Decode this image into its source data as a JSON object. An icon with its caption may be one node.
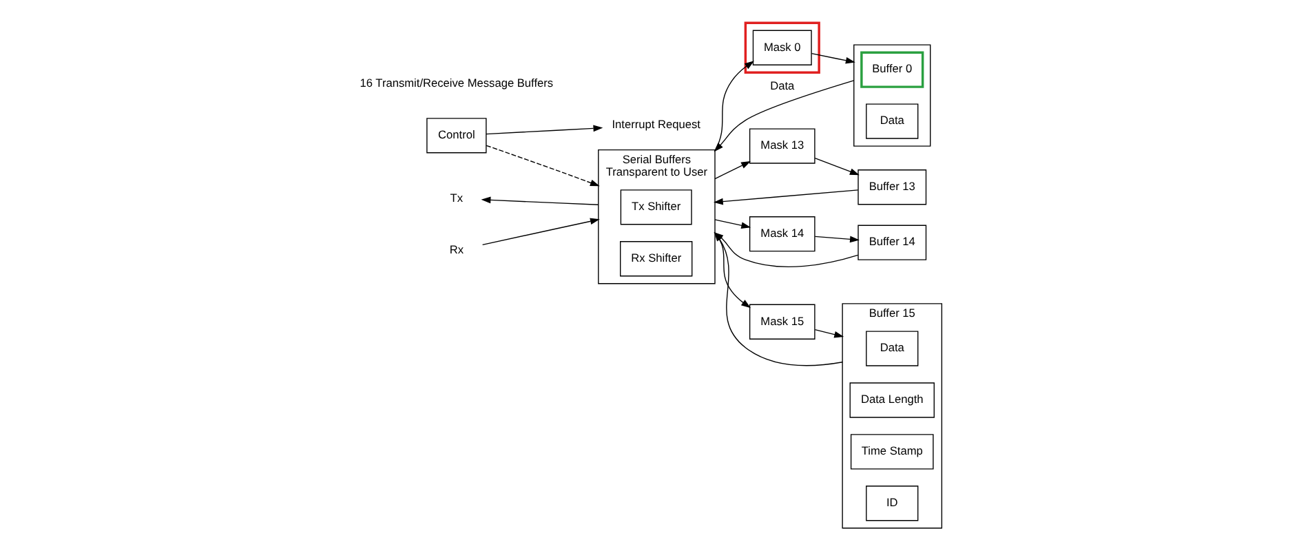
{
  "diagram": {
    "nodes": [
      {
        "text": [
          "Control"
        ]
      },
      {
        "text": [
          "Interrupt Request"
        ]
      },
      {
        "text": [
          "Serial Buffers",
          "Transparent to User"
        ]
      },
      {
        "text": [
          "Tx Shifter"
        ],
        "in": 2
      },
      {
        "text": [
          "Rx Shifter"
        ],
        "in": 2
      },
      {
        "text": [
          "Tx"
        ]
      },
      {
        "text": [
          "Rx"
        ]
      },
      {
        "text": [],
        "shape": "box"
      },
      {
        "text": [
          "Mask 0"
        ],
        "in": 7
      },
      {
        "text": [],
        "shape": "box"
      },
      {
        "text": [
          "Buffer 0"
        ],
        "in": 9
      },
      {
        "text": [
          "Data"
        ],
        "in": 9
      },
      {
        "text": [
          "Mask 13"
        ]
      },
      {
        "text": [
          "Buffer 13"
        ]
      },
      {
        "text": [
          "Mask 14"
        ]
      },
      {
        "text": [
          "Buffer 14"
        ]
      },
      {
        "text": [
          "Mask 15"
        ]
      },
      {
        "text": [
          "Buffer 15"
        ]
      },
      {
        "text": [
          "Data"
        ],
        "in": 17
      },
      {
        "text": [
          "Data Length"
        ],
        "in": 17
      },
      {
        "text": [
          "Time Stamp"
        ],
        "in": 17
      },
      {
        "text": [
          "ID"
        ],
        "in": 17
      }
    ],
    "edges": [
      {
        "from": 0,
        "to": 1,
        "arrow": "to"
      },
      {
        "from": 2,
        "to": 5,
        "arrow": "to"
      },
      {
        "from": 6,
        "to": 2,
        "arrow": "to"
      },
      {
        "from": 0,
        "to": 2,
        "arrow": "to",
        "style": "dashed"
      },
      {
        "from": 9,
        "to": 2,
        "arrow": "to",
        "label": "Data"
      },
      {
        "from": 13,
        "to": 2,
        "arrow": "to"
      },
      {
        "from": 15,
        "to": 2,
        "arrow": "to"
      },
      {
        "from": 17,
        "to": 2,
        "arrow": "to"
      },
      {
        "from": 2,
        "to": 8,
        "arrow": "to"
      },
      {
        "from": 2,
        "to": 12,
        "arrow": "to"
      },
      {
        "from": 2,
        "to": 14,
        "arrow": "to"
      },
      {
        "from": 2,
        "to": 16,
        "arrow": "to"
      },
      {
        "from": 8,
        "to": 9,
        "arrow": "to"
      },
      {
        "from": 12,
        "to": 13,
        "arrow": "to"
      },
      {
        "from": 14,
        "to": 15,
        "arrow": "to"
      },
      {
        "from": 16,
        "to": 17,
        "arrow": "to"
      }
    ],
    "labels": [
      "16 Transmit/Receive Message Buffers"
    ]
  }
}
